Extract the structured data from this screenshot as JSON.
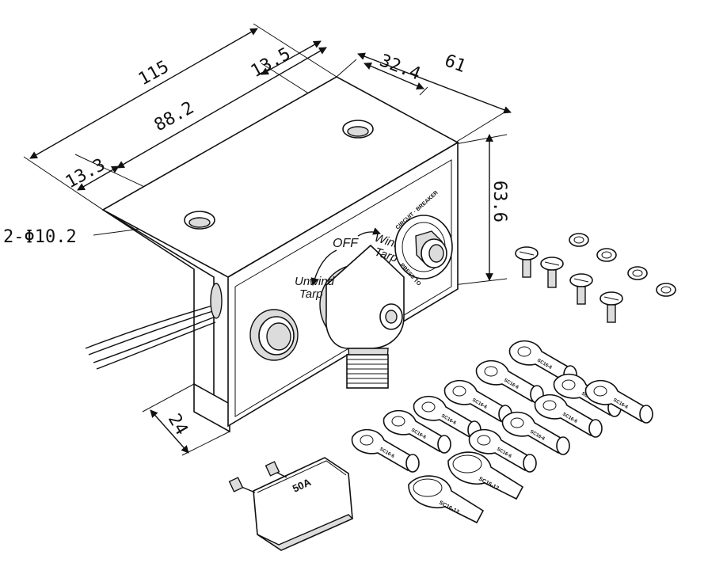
{
  "dimensions": {
    "overall_length": "115",
    "hole_spacing": "88.2",
    "hole_offset_right": "13.5",
    "hole_offset_left": "13.3",
    "depth": "61",
    "inner_depth": "32.4",
    "height": "63.6",
    "flange": "24",
    "holes": "2-Φ10.2"
  },
  "panel": {
    "off_label": "OFF",
    "wind_label": "Wind",
    "unwind_label": "Unwind",
    "tarp_label": "Tarp",
    "breaker_ring_top": "CIRCUIT · BREAKER",
    "breaker_ring_bottom": "PRESS TO"
  },
  "breaker": {
    "rating": "50A"
  },
  "lugs": {
    "small_code": "SC16-6",
    "large_code": "SC16-12"
  },
  "colors": {
    "line": "#111111",
    "shade": "#dcdcdc",
    "dark": "#9a9a9a"
  }
}
